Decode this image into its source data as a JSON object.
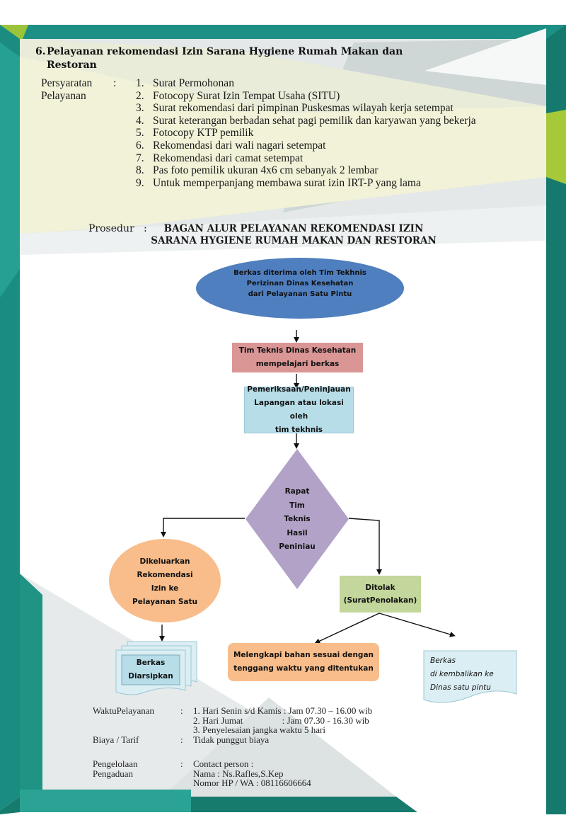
{
  "section": {
    "number": "6.",
    "title_line1": "Pelayanan rekomendasi Izin Sarana Hygiene Rumah Makan dan",
    "title_line2": "Restoran"
  },
  "requirements": {
    "label_line1": "Persyaratan",
    "label_line2": "Pelayanan",
    "colon": ":",
    "items": [
      {
        "n": "1.",
        "text": "Surat Permohonan"
      },
      {
        "n": "2.",
        "text": "Fotocopy Surat Izin Tempat Usaha (SITU)"
      },
      {
        "n": "3.",
        "text": "Surat rekomendasi dari pimpinan Puskesmas wilayah kerja setempat"
      },
      {
        "n": "4.",
        "text": "Surat keterangan berbadan sehat pagi pemilik dan karyawan yang bekerja"
      },
      {
        "n": "5.",
        "text": "Fotocopy KTP pemilik"
      },
      {
        "n": "6.",
        "text": "Rekomendasi dari wali nagari setempat"
      },
      {
        "n": "7.",
        "text": "Rekomendasi dari camat setempat"
      },
      {
        "n": "8.",
        "text": "Pas foto pemilik ukuran 4x6 cm sebanyak 2 lembar"
      },
      {
        "n": "9.",
        "text": " Untuk memperpanjang membawa surat izin IRT-P yang lama"
      }
    ]
  },
  "procedure": {
    "label": "Prosedur   :",
    "title_line1": "BAGAN ALUR PELAYANAN REKOMENDASI IZIN",
    "title_line2": "SARANA HYGIENE RUMAH MAKAN DAN RESTORAN"
  },
  "flowchart": {
    "start": {
      "lines": [
        "Berkas diterima oleh Tim Tekhnis",
        "Perizinan Dinas Kesehatan",
        "dari Pelayanan Satu Pintu"
      ],
      "color": "#4f7fbf"
    },
    "study": {
      "lines": [
        "Tim Teknis Dinas Kesehatan",
        "mempelajari berkas"
      ],
      "color": "#d99695"
    },
    "inspect": {
      "lines": [
        "Pemeriksaan/Peninjauan",
        "Lapangan atau lokasi oleh",
        "tim tekhnis"
      ],
      "color": "#b7dde8"
    },
    "decision": {
      "lines": [
        "Rapat",
        "Tim",
        "Teknis",
        "Hasil",
        "Peniniau"
      ],
      "color": "#b2a2c7"
    },
    "approved": {
      "lines": [
        "Dikeluarkan",
        "Rekomendasi",
        "Izin ke",
        "Pelayanan Satu"
      ],
      "color": "#f8bd8a"
    },
    "rejected": {
      "lines": [
        "Ditolak",
        "(SuratPenolakan)"
      ],
      "color": "#c3d69b"
    },
    "archived": {
      "lines": [
        "Berkas",
        "Diarsipkan"
      ],
      "color": "#b7dde8"
    },
    "complete": {
      "lines": [
        "Melengkapi bahan sesuai dengan",
        "tenggang waktu yang  ditentukan"
      ],
      "color": "#f8bd8a"
    },
    "returned": {
      "lines": [
        "Berkas",
        "di kembalikan ke",
        "Dinas satu pintu"
      ],
      "color": "#dbeef3"
    }
  },
  "info": {
    "service_time": {
      "label": "WaktuPelayanan",
      "colon": ":",
      "lines": [
        "1. Hari Senin s/d Kamis : Jam 07.30 – 16.00 wib",
        "2. Hari Jumat                 : Jam 07.30 - 16.30 wib",
        "3. Penyelesaian jangka waktu 5 hari"
      ]
    },
    "fee": {
      "label": "Biaya / Tarif",
      "colon": ":",
      "value": "Tidak punggut biaya"
    },
    "complaints": {
      "label_line1": "Pengelolaan",
      "label_line2": "Pengaduan",
      "colon": ":",
      "lines": [
        "Contact person :",
        "Nama : Ns.Rafles,S.Kep",
        "Nomor HP / WA : 08116606664"
      ]
    }
  },
  "colors": {
    "teal_dark": "#167a6e",
    "teal": "#23978a",
    "lime": "#a8c83a",
    "cream": "#f4f4dc",
    "grey_panel": "#dfe3e3"
  }
}
